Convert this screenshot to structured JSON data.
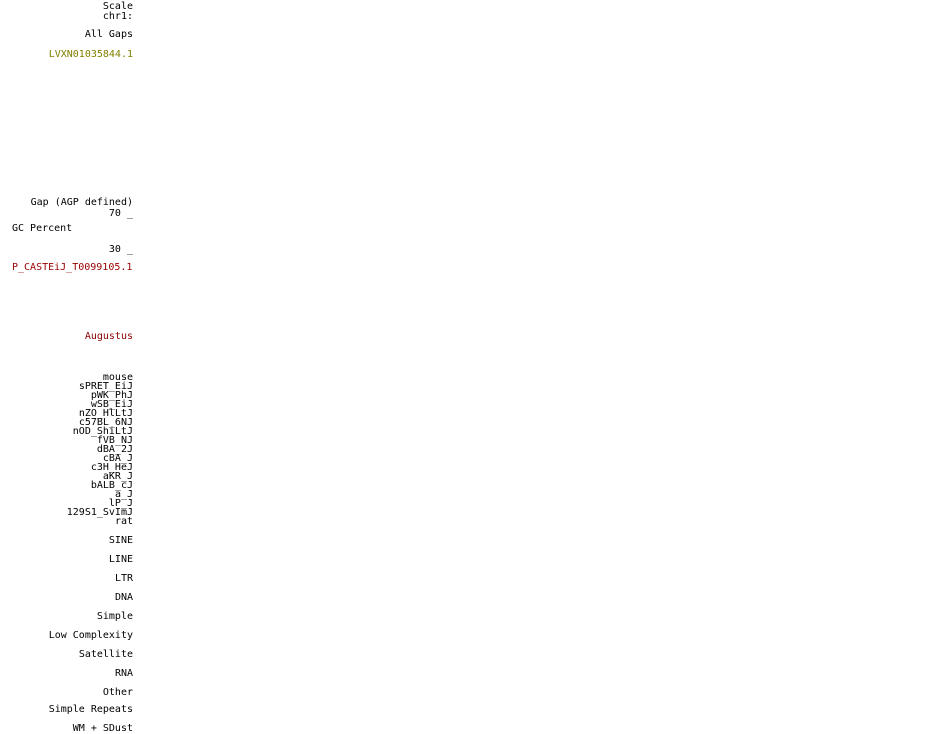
{
  "browser": {
    "scale": "Scale",
    "position": "chr1:",
    "tracks": {
      "all_gaps": "All Gaps",
      "assembly_contig": "LVXN01035844.1",
      "gap_agp": "Gap (AGP defined)",
      "gc_percent": {
        "upper_limit": "70 _",
        "label": "GC Percent",
        "lower_limit": "30 _"
      },
      "cast_transcript": "P_CASTEiJ_T0099105.1",
      "augustus": "Augustus",
      "strain_alignments": [
        "mouse",
        "sPRET_EiJ",
        "pWK_PhJ",
        "wSB_EiJ",
        "nZO_HlLtJ",
        "c57BL_6NJ",
        "nOD_ShiLtJ",
        "fVB_NJ",
        "dBA_2J",
        "cBA_J",
        "c3H_HeJ",
        "aKR_J",
        "bALB_cJ",
        "a_J",
        "lP_J",
        "129S1_SvImJ",
        "rat"
      ],
      "repeat_classes": [
        "SINE",
        "LINE",
        "LTR",
        "DNA",
        "Simple",
        "Low Complexity",
        "Satellite",
        "RNA",
        "Other"
      ],
      "simple_repeats": "Simple Repeats",
      "windowmasker": "WM + SDust"
    },
    "colors": {
      "background": "#ffffff",
      "label": "#000000",
      "assembly_contig": "#808000",
      "cast_transcript": "#990000",
      "augustus": "#8b0000"
    }
  }
}
